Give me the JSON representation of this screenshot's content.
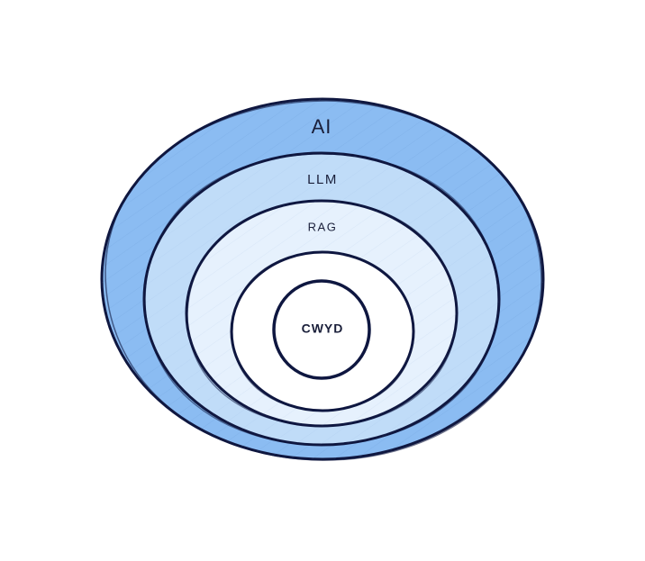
{
  "diagram": {
    "layers": [
      {
        "label": "AI",
        "fill": "#8bbcf2"
      },
      {
        "label": "LLM",
        "fill": "#c0dcf8"
      },
      {
        "label": "RAG",
        "fill": "#e6f1fd"
      },
      {
        "label": "",
        "fill": "#ffffff"
      },
      {
        "label": "CWYD",
        "fill": "#ffffff"
      }
    ],
    "outline_color": "#0f1740",
    "text_color": "#1a1f3a"
  }
}
